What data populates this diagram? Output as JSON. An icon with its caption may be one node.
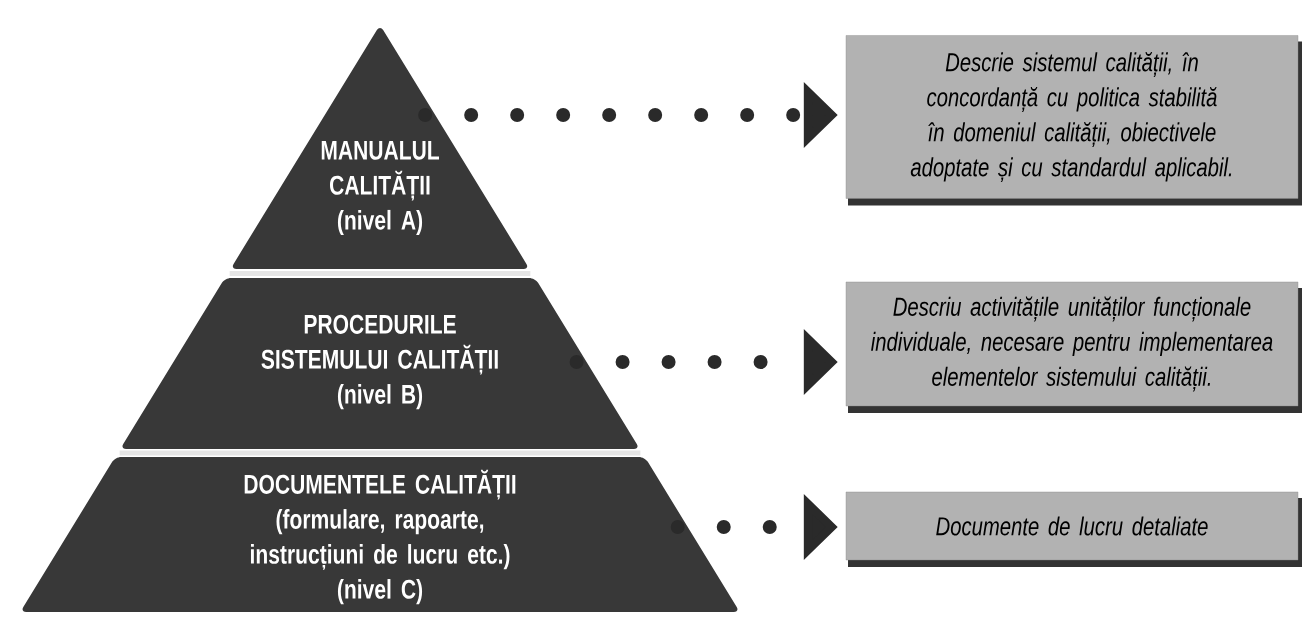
{
  "diagram": {
    "nodes": [
      {
        "text": [
          "MANUALUL CALITĂȚII",
          "(nivel A)"
        ]
      },
      {
        "text": [
          "PROCEDURILE SISTEMULUI CALITĂȚII",
          "(nivel B)"
        ]
      },
      {
        "text": [
          "DOCUMENTELE CALITĂȚII",
          "(formulare, rapoarte, instrucțiuni de lucru etc.)",
          "(nivel C)"
        ]
      },
      {
        "text": [
          "Descrie sistemul calității, în concordanță cu politica stabilită în domeniul calității, obiectivele adoptate și cu standardul aplicabil."
        ]
      },
      {
        "text": [
          "Descriu activitățile unităților funcționale individuale, necesare pentru implementarea elementelor sistemului calității."
        ]
      },
      {
        "text": [
          "Documente de lucru detaliate"
        ]
      }
    ],
    "edges": [
      {
        "from": 0,
        "to": 3,
        "arrow": "to"
      },
      {
        "from": 1,
        "to": 4,
        "arrow": "to"
      },
      {
        "from": 2,
        "to": 5,
        "arrow": "to"
      }
    ]
  }
}
